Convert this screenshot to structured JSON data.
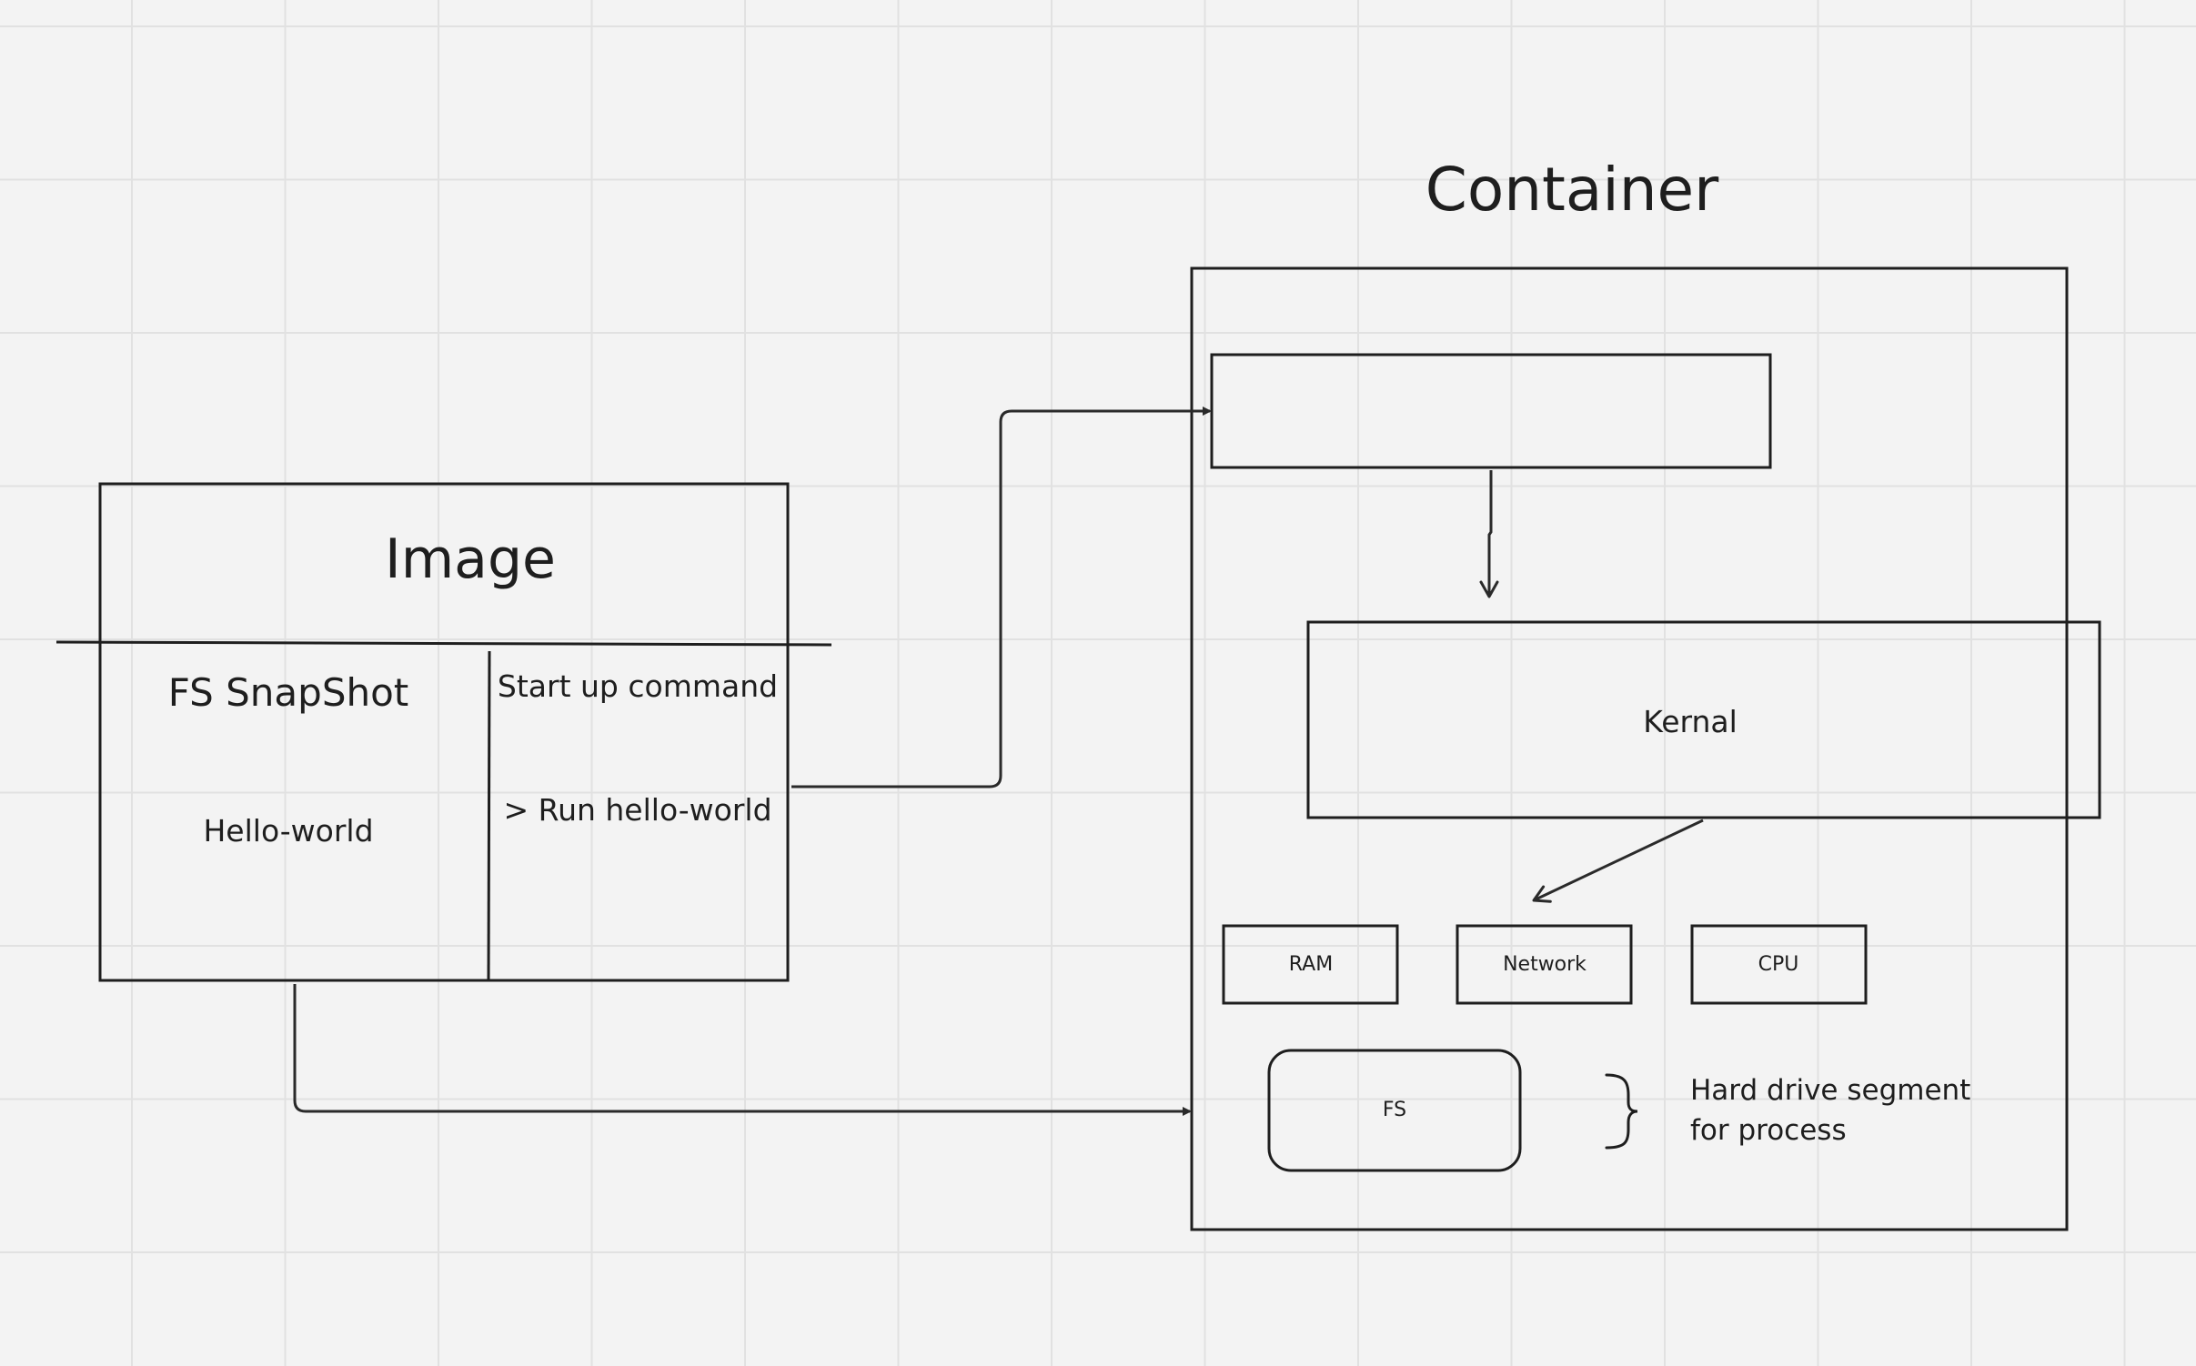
{
  "image_block": {
    "title": "Image",
    "fs_label": "FS SnapShot",
    "fs_value": "Hello-world",
    "cmd_label": "Start up command",
    "cmd_value": "> Run hello-world"
  },
  "container_block": {
    "title": "Container",
    "kernel_label": "Kernal",
    "resources": [
      "RAM",
      "Network",
      "CPU"
    ],
    "fs_label": "FS",
    "fs_note_line1": "Hard drive segment",
    "fs_note_line2": "for process"
  },
  "colors": {
    "background": "#f3f3f3",
    "grid": "#e1e1e1",
    "stroke": "#1e1e1e"
  }
}
